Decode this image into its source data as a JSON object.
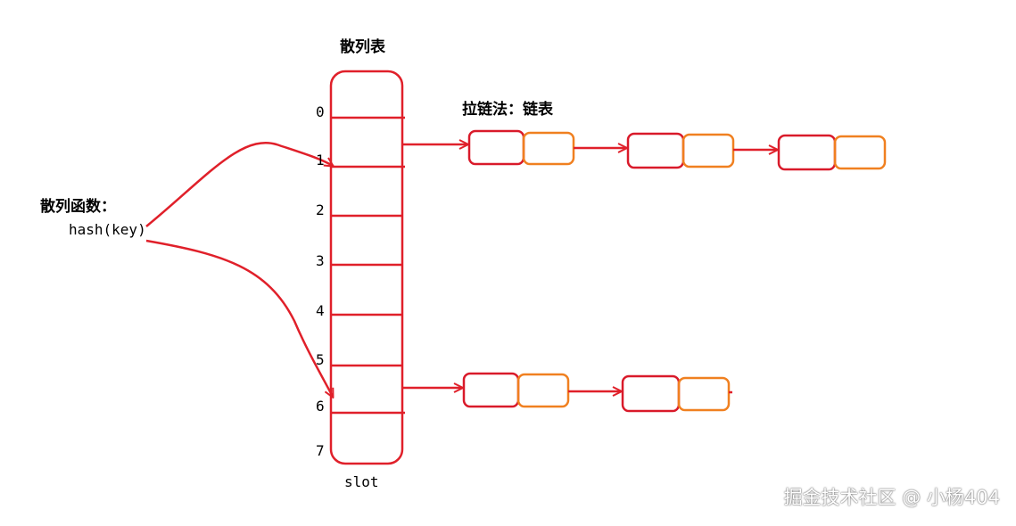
{
  "table_title": "散列表",
  "table_footer": "slot",
  "chaining_label": "拉链法：链表",
  "hash_function": {
    "title": "散列函数：",
    "expression": "hash(key)"
  },
  "slots": [
    "0",
    "1",
    "2",
    "3",
    "4",
    "5",
    "6",
    "7"
  ],
  "chains": [
    {
      "from_slot": "1",
      "node_count": 3
    },
    {
      "from_slot": "6",
      "node_count": 2
    }
  ],
  "colors": {
    "table_border": "#e0202a",
    "node_key": "#d91a2a",
    "node_next": "#f08020",
    "arrow": "#e0202a",
    "text": "#000000"
  },
  "watermark": "掘金技术社区 @ 小杨404"
}
